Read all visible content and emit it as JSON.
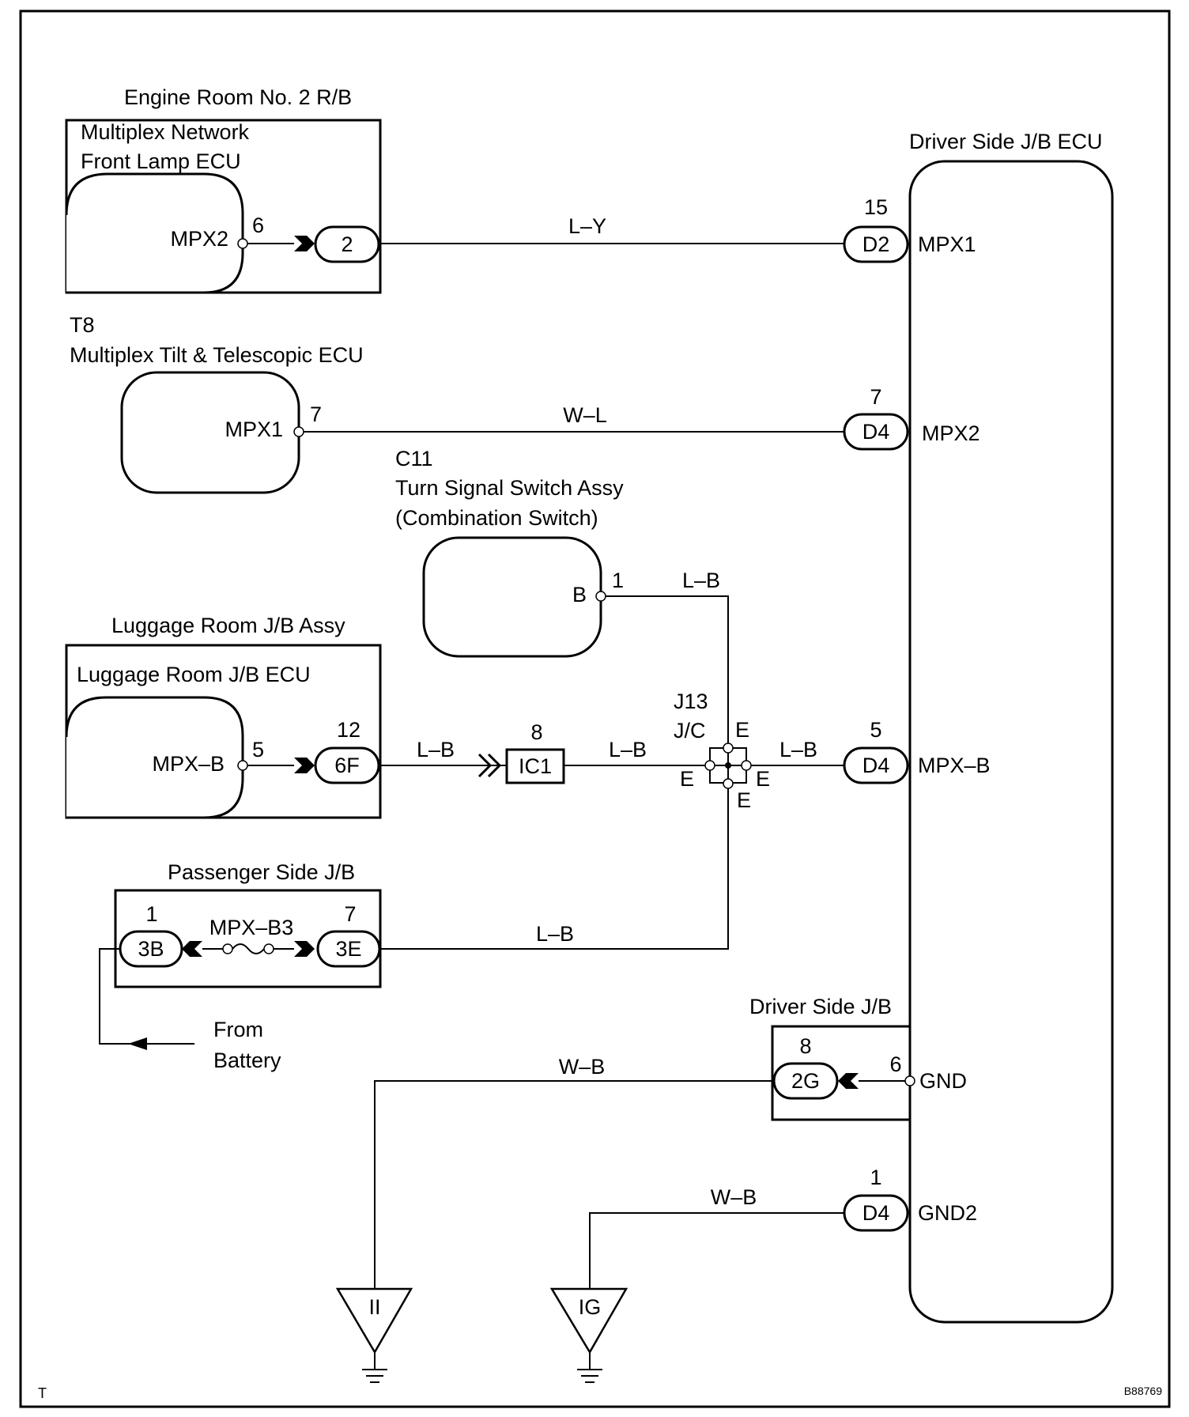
{
  "figure_code": "B88769",
  "page_mark": "T",
  "components": {
    "engine_room_rb": {
      "title": "Engine Room No. 2 R/B",
      "ecu_line1": "Multiplex Network",
      "ecu_line2": "Front Lamp ECU",
      "terminal": "MPX2",
      "pin": "6",
      "connector": "2"
    },
    "tilt_ecu": {
      "code": "T8",
      "title": "Multiplex Tilt & Telescopic ECU",
      "terminal": "MPX1",
      "pin": "7"
    },
    "turn_switch": {
      "code": "C11",
      "title_line1": "Turn Signal Switch Assy",
      "title_line2": "(Combination Switch)",
      "terminal": "B",
      "pin": "1"
    },
    "luggage_jb": {
      "title": "Luggage Room J/B Assy",
      "ecu": "Luggage Room J/B ECU",
      "terminal": "MPX–B",
      "pin": "5",
      "connector": "6F",
      "connector_pin": "12"
    },
    "ic1": {
      "pin": "8",
      "connector": "IC1"
    },
    "jc": {
      "code": "J13",
      "title": "J/C",
      "terminal_label": "E"
    },
    "passenger_jb": {
      "title": "Passenger Side J/B",
      "left_pin": "1",
      "left_connector": "3B",
      "fuse": "MPX–B3",
      "right_pin": "7",
      "right_connector": "3E"
    },
    "battery": {
      "line1": "From",
      "line2": "Battery"
    },
    "driver_jb_ecu": {
      "title": "Driver Side J/B ECU",
      "terminals": [
        {
          "pin": "15",
          "connector": "D2",
          "name": "MPX1"
        },
        {
          "pin": "7",
          "connector": "D4",
          "name": "MPX2"
        },
        {
          "pin": "5",
          "connector": "D4",
          "name": "MPX–B"
        },
        {
          "pin": "6",
          "name": "GND"
        },
        {
          "pin": "1",
          "connector": "D4",
          "name": "GND2"
        }
      ]
    },
    "driver_jb": {
      "title": "Driver Side J/B",
      "pin": "8",
      "connector": "2G"
    },
    "grounds": [
      {
        "label": "II"
      },
      {
        "label": "IG"
      }
    ]
  },
  "wires": {
    "mpx1_line": "L–Y",
    "mpx2_line": "W–L",
    "switch_line": "L–B",
    "luggage_line": "L–B",
    "ic1_line": "L–B",
    "jc_line": "L–B",
    "passenger_line": "L–B",
    "gnd_line": "W–B",
    "gnd2_line": "W–B"
  }
}
